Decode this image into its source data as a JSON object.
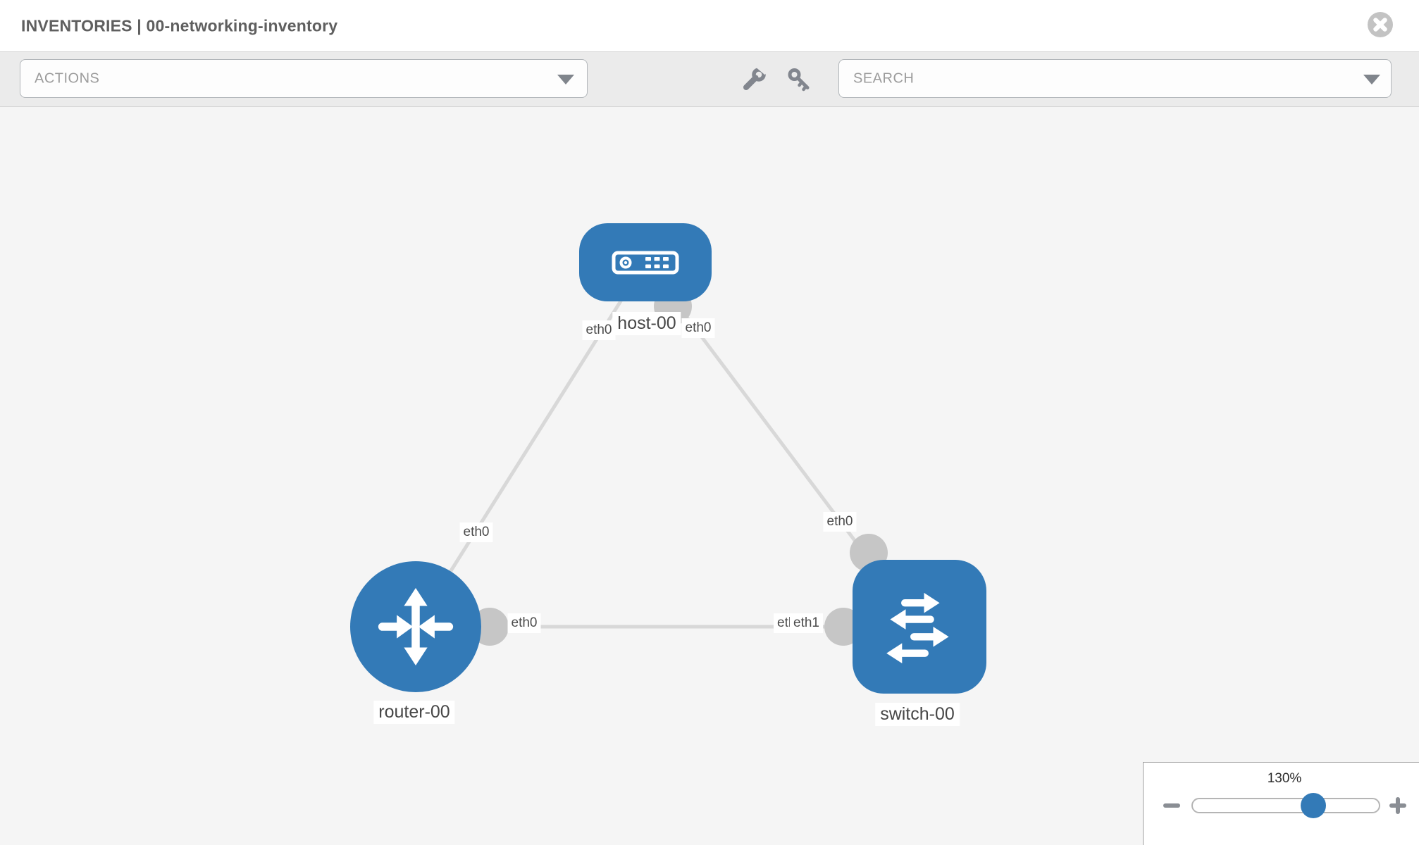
{
  "header": {
    "title": "INVENTORIES | 00-networking-inventory"
  },
  "toolbar": {
    "actions_placeholder": "ACTIONS",
    "search_placeholder": "SEARCH"
  },
  "topology": {
    "nodes": [
      {
        "id": "host-00",
        "label": "host-00",
        "type": "host",
        "shape": "rounded-rect"
      },
      {
        "id": "router-00",
        "label": "router-00",
        "type": "router",
        "shape": "circle"
      },
      {
        "id": "switch-00",
        "label": "switch-00",
        "type": "switch",
        "shape": "rounded-square"
      }
    ],
    "links": [
      {
        "from": "host-00",
        "from_label": "eth0",
        "to": "router-00",
        "to_label": "eth0"
      },
      {
        "from": "host-00",
        "from_label": "eth0",
        "to": "switch-00",
        "to_label": "eth0"
      },
      {
        "from": "router-00",
        "from_label": "eth0",
        "to": "switch-00",
        "to_label": "eth1",
        "to_label_under": "eth0"
      }
    ]
  },
  "zoom_control": {
    "level": "130%",
    "slider_percent": 64.5
  },
  "icons": {
    "close": "times-circle-icon",
    "tool_1": "wrench-icon",
    "tool_2": "key-icon",
    "actions_caret": "chevron-down-icon",
    "search_caret": "chevron-down-icon",
    "zoom_out": "minus-icon",
    "zoom_in": "plus-icon",
    "host_node": "server-icon",
    "router_node": "router-arrows-icon",
    "switch_node": "switch-arrows-icon"
  },
  "colors": {
    "node_blue": "#337ab7",
    "link_gray": "#d8d8d8",
    "endpoint_gray": "#c6c6c6",
    "toolbar_bg": "#ebebeb",
    "canvas_bg": "#f5f5f5"
  }
}
